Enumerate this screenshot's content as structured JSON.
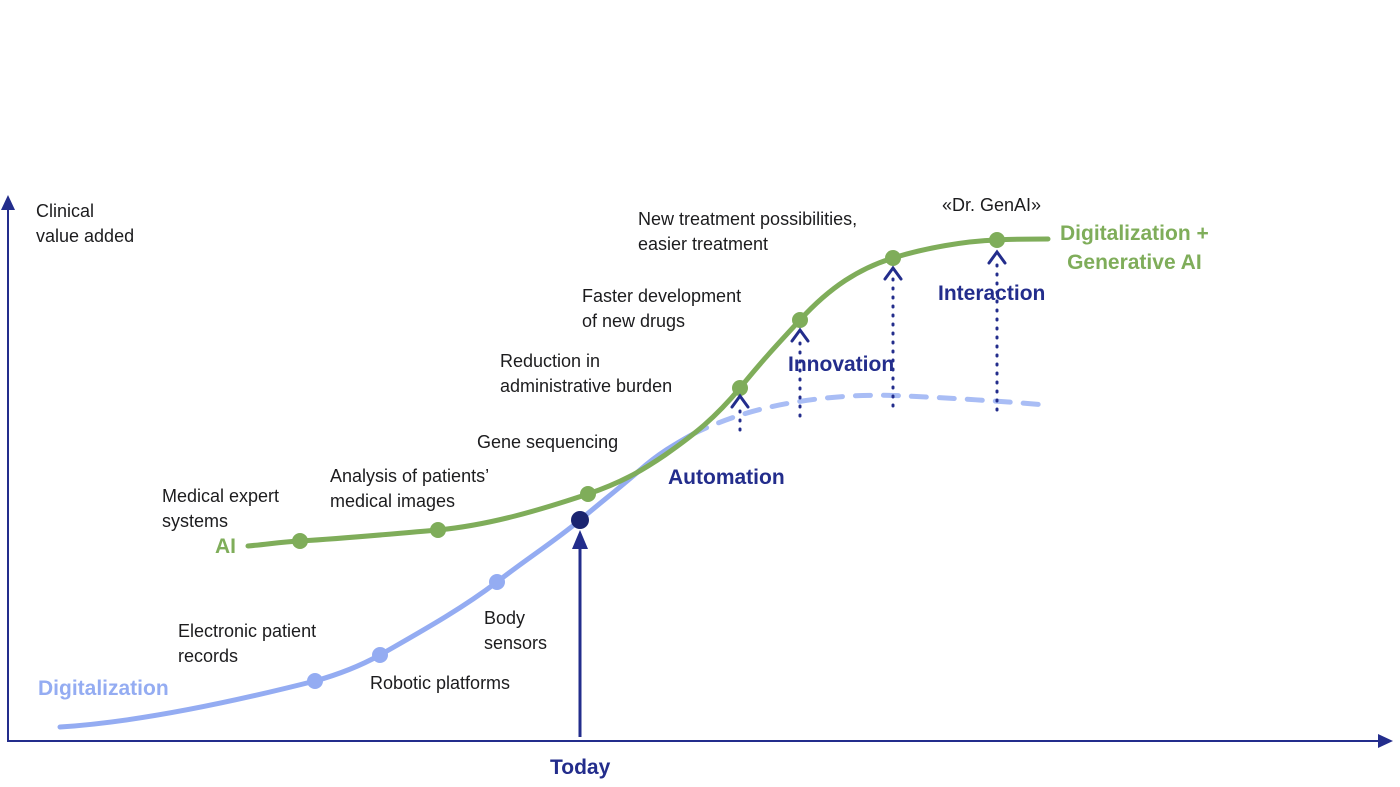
{
  "colors": {
    "navy": "#232d8c",
    "dark_dot_navy": "#1a2470",
    "light_blue": "#94acf2",
    "green": "#7fad5a",
    "text_black": "#1c1c1e"
  },
  "axis": {
    "y_label": "Clinical\nvalue added"
  },
  "curves": {
    "digitalization_label": "Digitalization",
    "ai_label": "AI",
    "genai_label": "Digitalization +\nGenerative AI"
  },
  "milestones": {
    "medical_expert": "Medical expert\nsystems",
    "analysis_images": "Analysis of patients’\nmedical images",
    "gene_sequencing": "Gene sequencing",
    "admin_burden": "Reduction in\nadministrative burden",
    "faster_drugs": "Faster development\nof new drugs",
    "new_treatment": "New treatment possibilities,\neasier treatment",
    "dr_genai": "«Dr. GenAI»",
    "electronic_records": "Electronic patient\nrecords",
    "robotic_platforms": "Robotic platforms",
    "body_sensors": "Body\nsensors"
  },
  "phases": {
    "automation": "Automation",
    "innovation": "Innovation",
    "interaction": "Interaction"
  },
  "today_label": "Today"
}
